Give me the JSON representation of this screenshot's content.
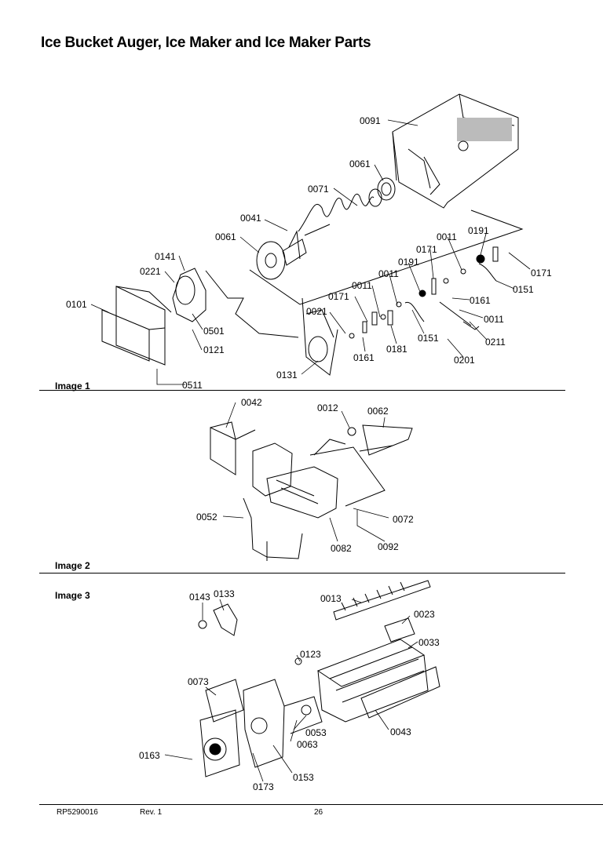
{
  "title": "Ice Bucket Auger, Ice Maker and Ice Maker Parts",
  "sections": {
    "image1": "Image 1",
    "image2": "Image 2",
    "image3": "Image 3"
  },
  "footer": {
    "part_number": "RP5290016",
    "revision": "Rev. 1",
    "page": "26"
  },
  "callouts": {
    "c0091": "0091",
    "c0061a": "0061",
    "c0071": "0071",
    "c0041": "0041",
    "c0061b": "0061",
    "c0141": "0141",
    "c0221": "0221",
    "c0101": "0101",
    "c0501": "0501",
    "c0121": "0121",
    "c0511": "0511",
    "c0131": "0131",
    "c0021": "0021",
    "c0171a": "0171",
    "c0011a": "0011",
    "c0011b": "0011",
    "c0191a": "0191",
    "c0171b": "0171",
    "c0011c": "0011",
    "c0191b": "0191",
    "c0171c": "0171",
    "c0151a": "0151",
    "c0161a": "0161",
    "c0011d": "0011",
    "c0161b": "0161",
    "c0181": "0181",
    "c0151b": "0151",
    "c0211": "0211",
    "c0201": "0201",
    "c0042": "0042",
    "c0012": "0012",
    "c0062": "0062",
    "c0052": "0052",
    "c0072": "0072",
    "c0082": "0082",
    "c0092": "0092",
    "c0143": "0143",
    "c0133": "0133",
    "c0013": "0013",
    "c0023": "0023",
    "c0033": "0033",
    "c0123": "0123",
    "c0073": "0073",
    "c0053": "0053",
    "c0063": "0063",
    "c0043": "0043",
    "c0163": "0163",
    "c0153": "0153",
    "c0173": "0173"
  }
}
